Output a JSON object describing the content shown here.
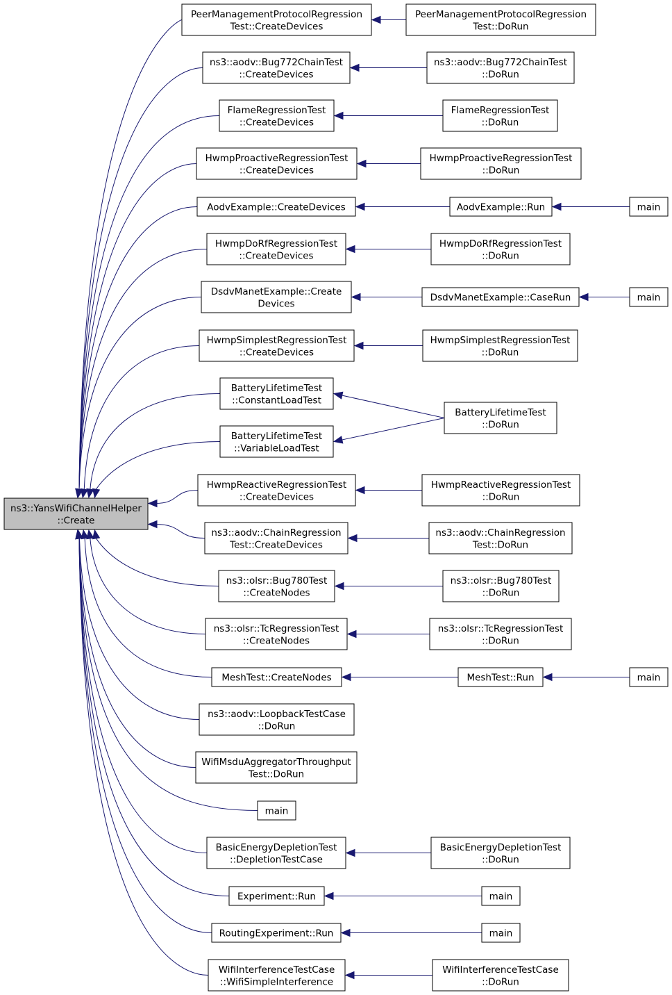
{
  "graph": {
    "title": "",
    "root": {
      "id": "root",
      "lines": [
        "ns3::YansWifiChannelHelper",
        "::Create"
      ]
    },
    "nodes": [
      {
        "id": "n1",
        "lines": [
          "PeerManagementProtocolRegression",
          "Test::CreateDevices"
        ]
      },
      {
        "id": "n1b",
        "lines": [
          "PeerManagementProtocolRegression",
          "Test::DoRun"
        ]
      },
      {
        "id": "n2",
        "lines": [
          "ns3::aodv::Bug772ChainTest",
          "::CreateDevices"
        ]
      },
      {
        "id": "n2b",
        "lines": [
          "ns3::aodv::Bug772ChainTest",
          "::DoRun"
        ]
      },
      {
        "id": "n3",
        "lines": [
          "FlameRegressionTest",
          "::CreateDevices"
        ]
      },
      {
        "id": "n3b",
        "lines": [
          "FlameRegressionTest",
          "::DoRun"
        ]
      },
      {
        "id": "n4",
        "lines": [
          "HwmpProactiveRegressionTest",
          "::CreateDevices"
        ]
      },
      {
        "id": "n4b",
        "lines": [
          "HwmpProactiveRegressionTest",
          "::DoRun"
        ]
      },
      {
        "id": "n5",
        "lines": [
          "AodvExample::CreateDevices"
        ]
      },
      {
        "id": "n5b",
        "lines": [
          "AodvExample::Run"
        ]
      },
      {
        "id": "n5c",
        "lines": [
          "main"
        ]
      },
      {
        "id": "n6",
        "lines": [
          "HwmpDoRfRegressionTest",
          "::CreateDevices"
        ]
      },
      {
        "id": "n6b",
        "lines": [
          "HwmpDoRfRegressionTest",
          "::DoRun"
        ]
      },
      {
        "id": "n7",
        "lines": [
          "DsdvManetExample::Create",
          "Devices"
        ]
      },
      {
        "id": "n7b",
        "lines": [
          "DsdvManetExample::CaseRun"
        ]
      },
      {
        "id": "n7c",
        "lines": [
          "main"
        ]
      },
      {
        "id": "n8",
        "lines": [
          "HwmpSimplestRegressionTest",
          "::CreateDevices"
        ]
      },
      {
        "id": "n8b",
        "lines": [
          "HwmpSimplestRegressionTest",
          "::DoRun"
        ]
      },
      {
        "id": "n9",
        "lines": [
          "BatteryLifetimeTest",
          "::ConstantLoadTest"
        ]
      },
      {
        "id": "n10",
        "lines": [
          "BatteryLifetimeTest",
          "::VariableLoadTest"
        ]
      },
      {
        "id": "n9b",
        "lines": [
          "BatteryLifetimeTest",
          "::DoRun"
        ]
      },
      {
        "id": "n11",
        "lines": [
          "HwmpReactiveRegressionTest",
          "::CreateDevices"
        ]
      },
      {
        "id": "n11b",
        "lines": [
          "HwmpReactiveRegressionTest",
          "::DoRun"
        ]
      },
      {
        "id": "n12",
        "lines": [
          "ns3::aodv::ChainRegression",
          "Test::CreateDevices"
        ]
      },
      {
        "id": "n12b",
        "lines": [
          "ns3::aodv::ChainRegression",
          "Test::DoRun"
        ]
      },
      {
        "id": "n13",
        "lines": [
          "ns3::olsr::Bug780Test",
          "::CreateNodes"
        ]
      },
      {
        "id": "n13b",
        "lines": [
          "ns3::olsr::Bug780Test",
          "::DoRun"
        ]
      },
      {
        "id": "n14",
        "lines": [
          "ns3::olsr::TcRegressionTest",
          "::CreateNodes"
        ]
      },
      {
        "id": "n14b",
        "lines": [
          "ns3::olsr::TcRegressionTest",
          "::DoRun"
        ]
      },
      {
        "id": "n15",
        "lines": [
          "MeshTest::CreateNodes"
        ]
      },
      {
        "id": "n15b",
        "lines": [
          "MeshTest::Run"
        ]
      },
      {
        "id": "n15c",
        "lines": [
          "main"
        ]
      },
      {
        "id": "n16",
        "lines": [
          "ns3::aodv::LoopbackTestCase",
          "::DoRun"
        ]
      },
      {
        "id": "n17",
        "lines": [
          "WifiMsduAggregatorThroughput",
          "Test::DoRun"
        ]
      },
      {
        "id": "n18",
        "lines": [
          "main"
        ]
      },
      {
        "id": "n19",
        "lines": [
          "BasicEnergyDepletionTest",
          "::DepletionTestCase"
        ]
      },
      {
        "id": "n19b",
        "lines": [
          "BasicEnergyDepletionTest",
          "::DoRun"
        ]
      },
      {
        "id": "n20",
        "lines": [
          "Experiment::Run"
        ]
      },
      {
        "id": "n20b",
        "lines": [
          "main"
        ]
      },
      {
        "id": "n21",
        "lines": [
          "RoutingExperiment::Run"
        ]
      },
      {
        "id": "n21b",
        "lines": [
          "main"
        ]
      },
      {
        "id": "n22",
        "lines": [
          "WifiInterferenceTestCase",
          "::WifiSimpleInterference"
        ]
      },
      {
        "id": "n22b",
        "lines": [
          "WifiInterferenceTestCase",
          "::DoRun"
        ]
      }
    ],
    "edges": [
      {
        "from": "n1",
        "to": "root"
      },
      {
        "from": "n2",
        "to": "root"
      },
      {
        "from": "n3",
        "to": "root"
      },
      {
        "from": "n4",
        "to": "root"
      },
      {
        "from": "n5",
        "to": "root"
      },
      {
        "from": "n6",
        "to": "root"
      },
      {
        "from": "n7",
        "to": "root"
      },
      {
        "from": "n8",
        "to": "root"
      },
      {
        "from": "n9",
        "to": "root"
      },
      {
        "from": "n10",
        "to": "root"
      },
      {
        "from": "n11",
        "to": "root"
      },
      {
        "from": "n12",
        "to": "root"
      },
      {
        "from": "n13",
        "to": "root"
      },
      {
        "from": "n14",
        "to": "root"
      },
      {
        "from": "n15",
        "to": "root"
      },
      {
        "from": "n16",
        "to": "root"
      },
      {
        "from": "n17",
        "to": "root"
      },
      {
        "from": "n18",
        "to": "root"
      },
      {
        "from": "n19",
        "to": "root"
      },
      {
        "from": "n20",
        "to": "root"
      },
      {
        "from": "n21",
        "to": "root"
      },
      {
        "from": "n22",
        "to": "root"
      },
      {
        "from": "n1b",
        "to": "n1"
      },
      {
        "from": "n2b",
        "to": "n2"
      },
      {
        "from": "n3b",
        "to": "n3"
      },
      {
        "from": "n4b",
        "to": "n4"
      },
      {
        "from": "n5b",
        "to": "n5"
      },
      {
        "from": "n5c",
        "to": "n5b"
      },
      {
        "from": "n6b",
        "to": "n6"
      },
      {
        "from": "n7b",
        "to": "n7"
      },
      {
        "from": "n7c",
        "to": "n7b"
      },
      {
        "from": "n8b",
        "to": "n8"
      },
      {
        "from": "n9b",
        "to": "n9"
      },
      {
        "from": "n9b",
        "to": "n10"
      },
      {
        "from": "n11b",
        "to": "n11"
      },
      {
        "from": "n12b",
        "to": "n12"
      },
      {
        "from": "n13b",
        "to": "n13"
      },
      {
        "from": "n14b",
        "to": "n14"
      },
      {
        "from": "n15b",
        "to": "n15"
      },
      {
        "from": "n15c",
        "to": "n15b"
      },
      {
        "from": "n19b",
        "to": "n19"
      },
      {
        "from": "n20b",
        "to": "n20"
      },
      {
        "from": "n21b",
        "to": "n21"
      },
      {
        "from": "n22b",
        "to": "n22"
      }
    ],
    "colors": {
      "edge": "#191970",
      "root_fill": "#bfbfbf",
      "node_fill": "#ffffff",
      "node_border": "#000000"
    }
  }
}
